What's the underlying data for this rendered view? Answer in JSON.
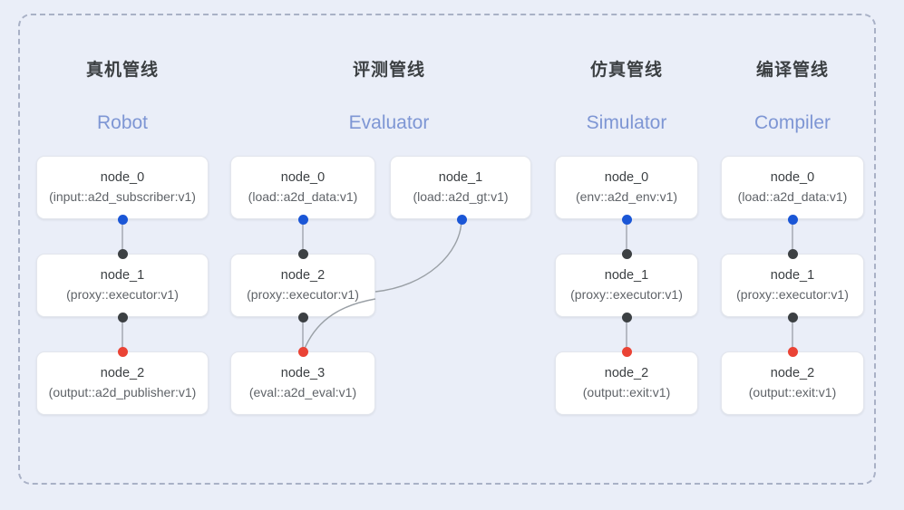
{
  "diagram": {
    "title_cn_columns": [
      "真机管线",
      "评测管线",
      "仿真管线",
      "编译管线"
    ],
    "frame": {
      "style": "dashed-rounded-border"
    },
    "colors": {
      "background": "#eaeef8",
      "frame_border": "#a9b1c6",
      "node_bg": "#ffffff",
      "node_border": "#e3e6ed",
      "title": "#3c4043",
      "subtitle": "#7e96d4",
      "port_output": "#1a56d6",
      "port_mid": "#3c4043",
      "port_terminal": "#ea4335",
      "link": "#b6bac4"
    }
  },
  "columns": [
    {
      "title": "真机管线",
      "subtitle": "Robot",
      "nodes": [
        {
          "name": "node_0",
          "spec": "(input::a2d_subscriber:v1)"
        },
        {
          "name": "node_1",
          "spec": "(proxy::executor:v1)"
        },
        {
          "name": "node_2",
          "spec": "(output::a2d_publisher:v1)"
        }
      ]
    },
    {
      "title": "评测管线",
      "subtitle": "Evaluator",
      "nodes": [
        {
          "name": "node_0",
          "spec": "(load::a2d_data:v1)"
        },
        {
          "name": "node_2",
          "spec": "(proxy::executor:v1)"
        },
        {
          "name": "node_3",
          "spec": "(eval::a2d_eval:v1)"
        },
        {
          "name": "node_1",
          "spec": "(load::a2d_gt:v1)"
        }
      ]
    },
    {
      "title": "仿真管线",
      "subtitle": "Simulator",
      "nodes": [
        {
          "name": "node_0",
          "spec": "(env::a2d_env:v1)"
        },
        {
          "name": "node_1",
          "spec": "(proxy::executor:v1)"
        },
        {
          "name": "node_2",
          "spec": "(output::exit:v1)"
        }
      ]
    },
    {
      "title": "编译管线",
      "subtitle": "Compiler",
      "nodes": [
        {
          "name": "node_0",
          "spec": "(load::a2d_data:v1)"
        },
        {
          "name": "node_1",
          "spec": "(proxy::executor:v1)"
        },
        {
          "name": "node_2",
          "spec": "(output::exit:v1)"
        }
      ]
    }
  ]
}
